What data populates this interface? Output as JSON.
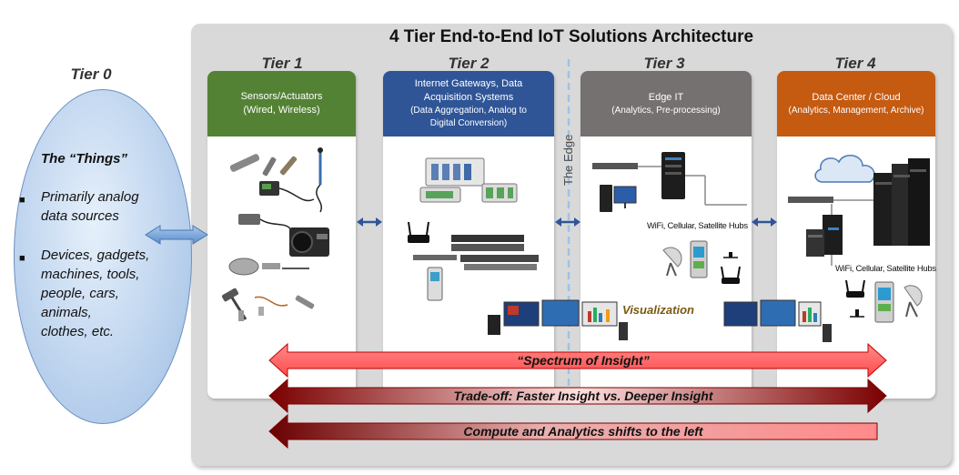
{
  "title": "4 Tier End-to-End IoT Solutions Architecture",
  "tier0": {
    "label": "Tier 0",
    "heading": "The “Things”",
    "bullets": [
      "Primarily analog data sources",
      "Devices, gadgets, machines, tools, people, cars, animals, clothes, etc."
    ],
    "bullet_lines": [
      [
        "Primarily analog",
        "data sources"
      ],
      [
        "Devices, gadgets,",
        "machines, tools,",
        "people, cars,",
        "animals,",
        "clothes, etc."
      ]
    ]
  },
  "tiers": [
    {
      "label": "Tier 1",
      "header_title": "Sensors/Actuators",
      "header_sub": "(Wired, Wireless)",
      "color": "#548235"
    },
    {
      "label": "Tier 2",
      "header_title": "Internet Gateways, Data Acquisition Systems",
      "header_title_lines": [
        "Internet Gateways, Data",
        "Acquisition Systems"
      ],
      "header_sub": "(Data Aggregation, Analog to Digital Conversion)",
      "header_sub_lines": [
        "(Data Aggregation, Analog to",
        "Digital Conversion)"
      ],
      "color": "#2f5597"
    },
    {
      "label": "Tier 3",
      "header_title": "Edge IT",
      "header_sub": "(Analytics, Pre-processing)",
      "color": "#767171"
    },
    {
      "label": "Tier 4",
      "header_title": "Data Center / Cloud",
      "header_sub": "(Analytics, Management, Archive)",
      "color": "#c55a11"
    }
  ],
  "edge_label": "The Edge",
  "hub_label_tier3": "WiFi, Cellular, Satellite Hubs",
  "hub_label_tier4": "WiFi, Cellular, Satellite Hubs",
  "visualization_label": "Visualization",
  "arrows": [
    {
      "text": "“Spectrum of Insight”",
      "color": "#ff6b6b"
    },
    {
      "text": "Trade-off: Faster Insight vs. Deeper Insight",
      "color": "#c00000"
    },
    {
      "text": "Compute and Analytics shifts to the left",
      "color": "#c00000"
    }
  ],
  "colors": {
    "panel": "#d9d9d9",
    "tier0_fill": "#b4cdeb",
    "edge_line": "#9dc3e6",
    "link_arrow": "#2f5597"
  }
}
